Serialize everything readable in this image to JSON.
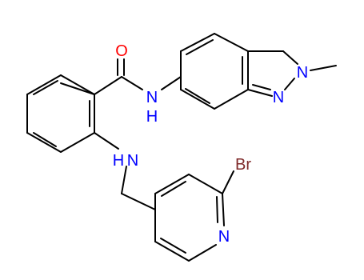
{
  "colors": {
    "bond": "#000000",
    "carbon": "#000000",
    "nitrogen": "#0000ff",
    "oxygen": "#ff0000",
    "bromine": "#7f2a2a"
  },
  "atoms": {
    "O": {
      "text": "O",
      "element": "oxygen"
    },
    "NH_amide": {
      "text": "N",
      "sub": "H",
      "element": "nitrogen"
    },
    "N_indazole2": {
      "text": "N",
      "element": "nitrogen"
    },
    "N_indazole1": {
      "text": "N",
      "element": "nitrogen"
    },
    "NH_amine": {
      "text": "N",
      "sub": "H",
      "element": "nitrogen"
    },
    "Br": {
      "text": "Br",
      "element": "bromine"
    },
    "N_pyridine": {
      "text": "N",
      "element": "nitrogen"
    }
  }
}
